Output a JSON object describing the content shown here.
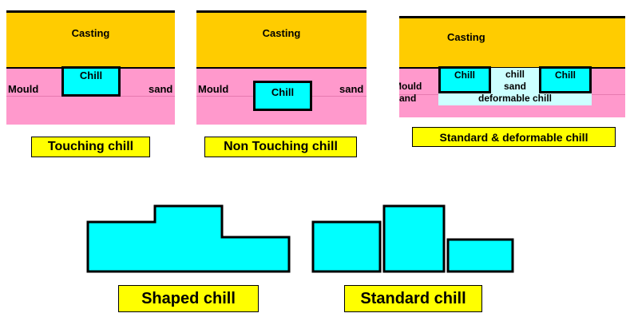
{
  "panels": {
    "touching": {
      "casting_label": "Casting",
      "mould_label": "Mould",
      "sand_label": "sand",
      "chill_label": "Chill",
      "caption": "Touching chill"
    },
    "non_touching": {
      "casting_label": "Casting",
      "mould_label": "Mould",
      "sand_label": "sand",
      "chill_label": "Chill",
      "caption": "Non Touching chill"
    },
    "standard_deformable": {
      "casting_label": "Casting",
      "mould_label": "Mould",
      "sand_label": "and",
      "chill_left_label": "Chill",
      "chill_right_label": "Chill",
      "chill_sand_line1": "chill",
      "chill_sand_line2": "sand",
      "deformable_label": "deformable chill",
      "caption": "Standard & deformable chill"
    }
  },
  "bottom": {
    "shaped_caption": "Shaped chill",
    "standard_caption": "Standard chill"
  },
  "colors": {
    "casting": "#ffcc00",
    "mould_sand": "#ff99cc",
    "chill": "#00ffff",
    "chill_sand": "#ccffff",
    "caption_bg": "#ffff00"
  }
}
